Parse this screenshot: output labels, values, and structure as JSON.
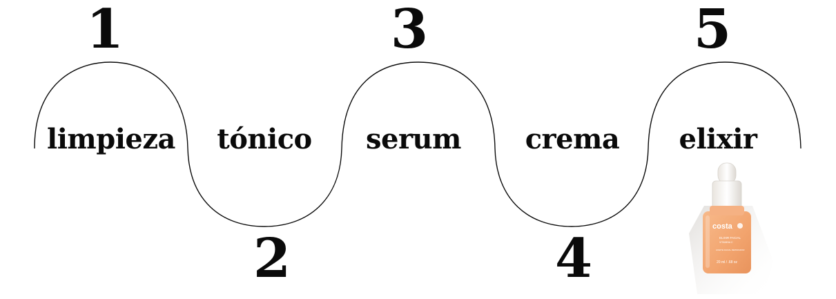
{
  "steps": [
    {
      "number": "1",
      "label": "limpieza"
    },
    {
      "number": "2",
      "label": "tónico"
    },
    {
      "number": "3",
      "label": "serum"
    },
    {
      "number": "4",
      "label": "crema"
    },
    {
      "number": "5",
      "label": "elixir"
    }
  ],
  "product": {
    "brand": "costa",
    "name": "ELIXIR FACIAL",
    "subtitle": "VITAMINA C",
    "tagline": "ACEITE FACIAL REPARADOR",
    "volume": "20 ml / .68 oz",
    "colors": {
      "liquid": "#f2a46e",
      "cap": "#f4f1ec",
      "shadow": "#d8d5d0"
    }
  },
  "colors": {
    "ink": "#0a0a0a",
    "background": "#ffffff"
  }
}
